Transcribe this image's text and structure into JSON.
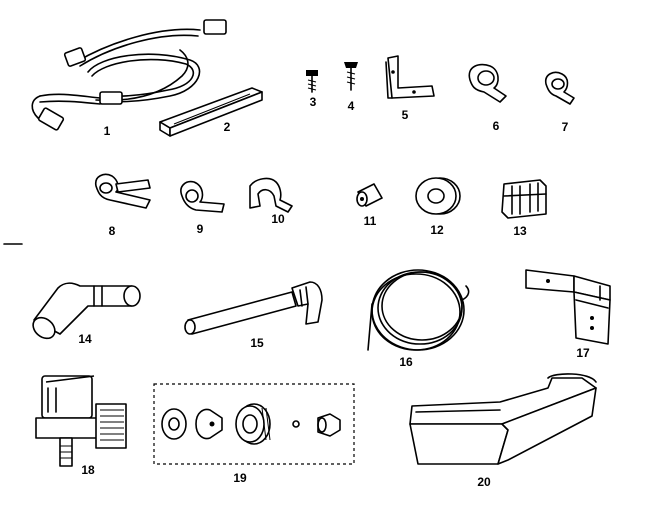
{
  "parts": [
    {
      "number": "1",
      "icon": "wire-harness"
    },
    {
      "number": "2",
      "icon": "channel-strip"
    },
    {
      "number": "3",
      "icon": "screw"
    },
    {
      "number": "4",
      "icon": "screw"
    },
    {
      "number": "5",
      "icon": "l-bracket"
    },
    {
      "number": "6",
      "icon": "tube-clamp"
    },
    {
      "number": "7",
      "icon": "tube-clamp"
    },
    {
      "number": "8",
      "icon": "tube-clamp"
    },
    {
      "number": "9",
      "icon": "tube-clamp"
    },
    {
      "number": "10",
      "icon": "tube-clamp"
    },
    {
      "number": "11",
      "icon": "bushing"
    },
    {
      "number": "12",
      "icon": "grommet"
    },
    {
      "number": "13",
      "icon": "retainer-clip"
    },
    {
      "number": "14",
      "icon": "elbow-fitting"
    },
    {
      "number": "15",
      "icon": "fill-tube"
    },
    {
      "number": "16",
      "icon": "coiled-tubing"
    },
    {
      "number": "17",
      "icon": "mounting-bracket"
    },
    {
      "number": "18",
      "icon": "water-valve"
    },
    {
      "number": "19",
      "icon": "fitting-kit"
    },
    {
      "number": "20",
      "icon": "ice-bin"
    }
  ]
}
